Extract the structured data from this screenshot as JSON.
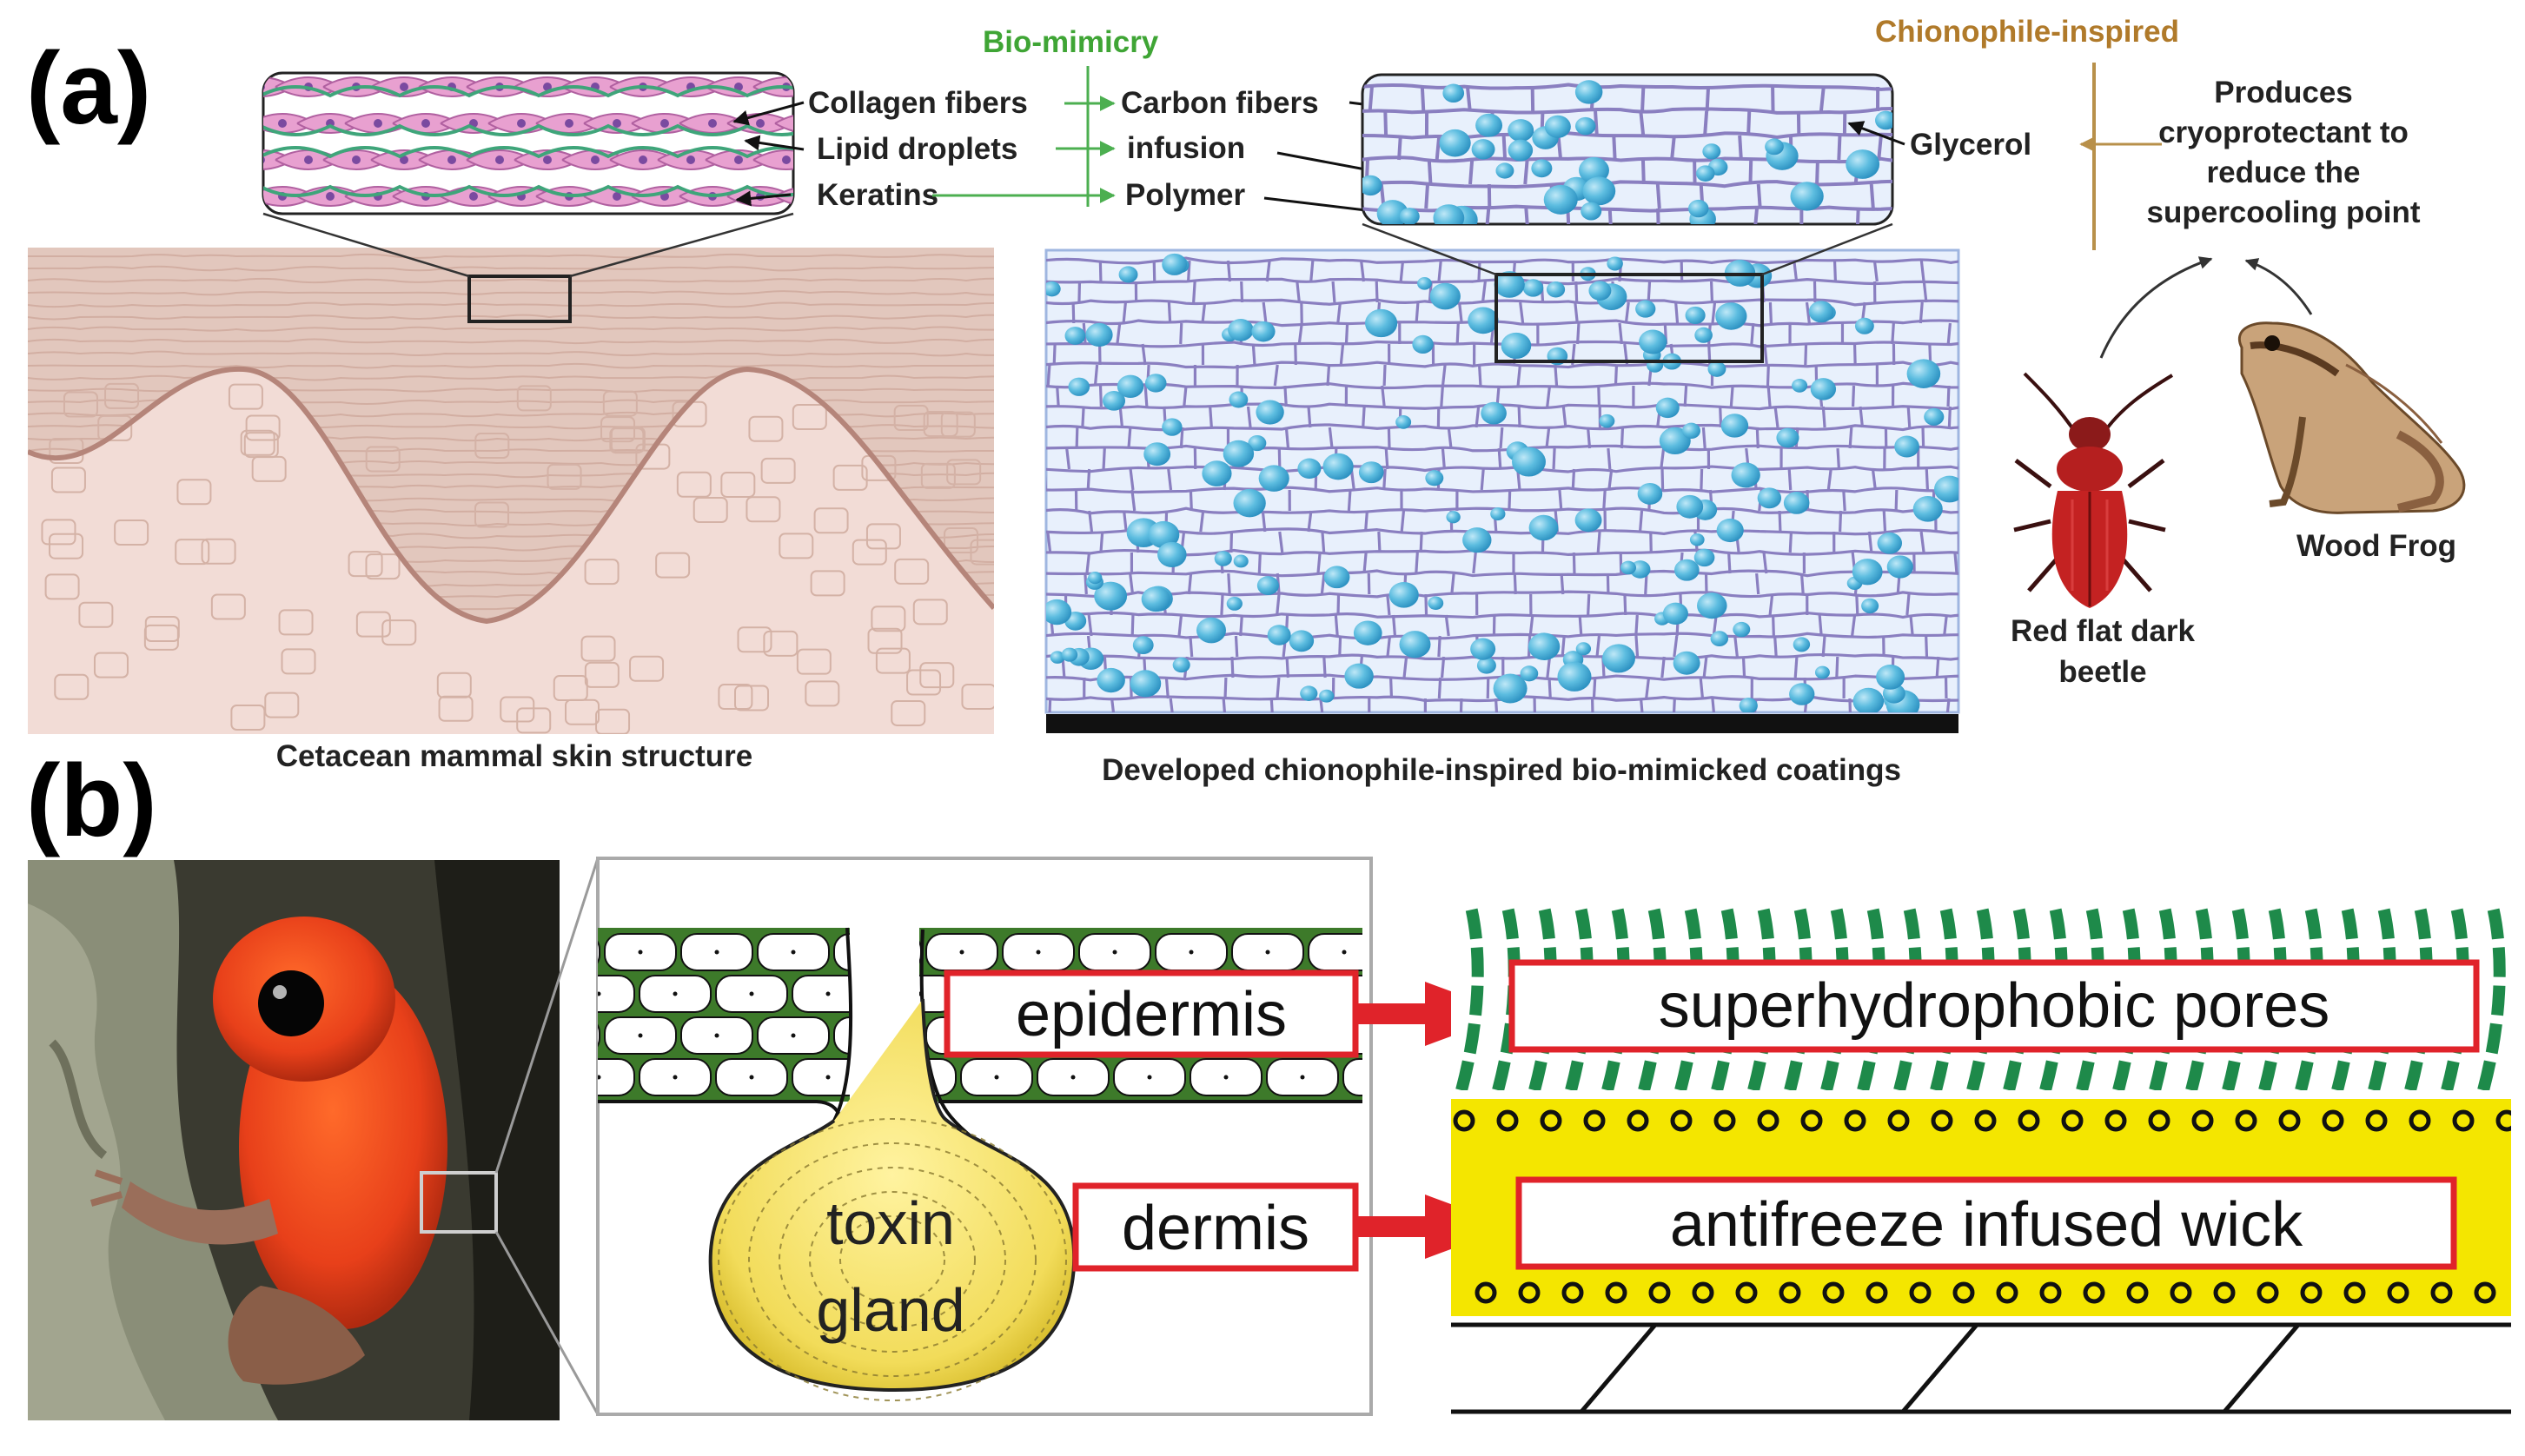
{
  "panel_a": {
    "label": "(a)",
    "bio_mimicry_heading": "Bio-mimicry",
    "chionophile_heading": "Chionophile-inspired",
    "skin_inset_labels": [
      "Collagen fibers",
      "Lipid droplets",
      "Keratins"
    ],
    "coating_inset_labels": [
      "Carbon fibers",
      "infusion",
      "Polymer"
    ],
    "glycerol_label": "Glycerol",
    "cryo_text_lines": [
      "Produces",
      "cryoprotectant to",
      "reduce the",
      "supercooling point"
    ],
    "wood_frog_label": "Wood Frog",
    "beetle_label_lines": [
      "Red flat dark",
      "beetle"
    ],
    "skin_caption": "Cetacean mammal skin structure",
    "coating_caption": "Developed chionophile-inspired bio-mimicked coatings"
  },
  "panel_b": {
    "label": "(b)",
    "epidermis_label": "epidermis",
    "dermis_label": "dermis",
    "toxin_gland_lines": [
      "toxin",
      "gland"
    ],
    "pores_label": "superhydrophobic pores",
    "wick_label": "antifreeze infused wick"
  },
  "colors": {
    "green_arrow": "#4caf50",
    "brown_arrow": "#b8904a",
    "heading_green": "#3fa535",
    "heading_brown": "#b07a2a",
    "skin_pink": "#eacdc8",
    "skin_line": "#b5857a",
    "coating_bg": "#e6eefb",
    "polymer_purple": "#8a7fc0",
    "droplet_blue": "#5dbde0",
    "cell_pink": "#e8a0d0",
    "red_box": "#e0232a",
    "epidermis_green": "#3d7a2a",
    "wick_yellow": "#f4e600",
    "pore_green": "#1e8a4a",
    "gland_yellow": "#f2dc5a",
    "frog_orange": "#e8401a"
  }
}
